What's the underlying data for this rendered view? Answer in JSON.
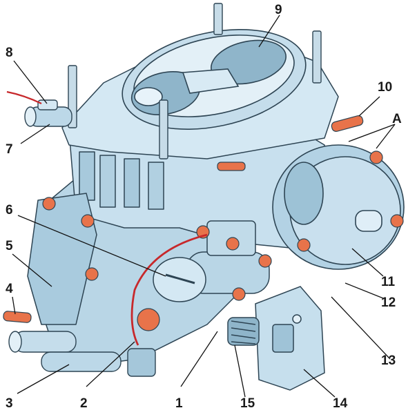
{
  "figure": {
    "subject": "carburetor",
    "labels": [
      "1",
      "2",
      "3",
      "4",
      "5",
      "6",
      "7",
      "8",
      "9",
      "10",
      "11",
      "12",
      "13",
      "14",
      "15",
      "A"
    ],
    "colors": {
      "body": "#b9d6e6",
      "body_light": "#e3f0f7",
      "body_shadow": "#7ea9c2",
      "outline": "#2d4453",
      "studs": "#c7dce8",
      "screws_orange": "#e8734a",
      "wire_red": "#c7282b",
      "background": "#ffffff"
    }
  }
}
